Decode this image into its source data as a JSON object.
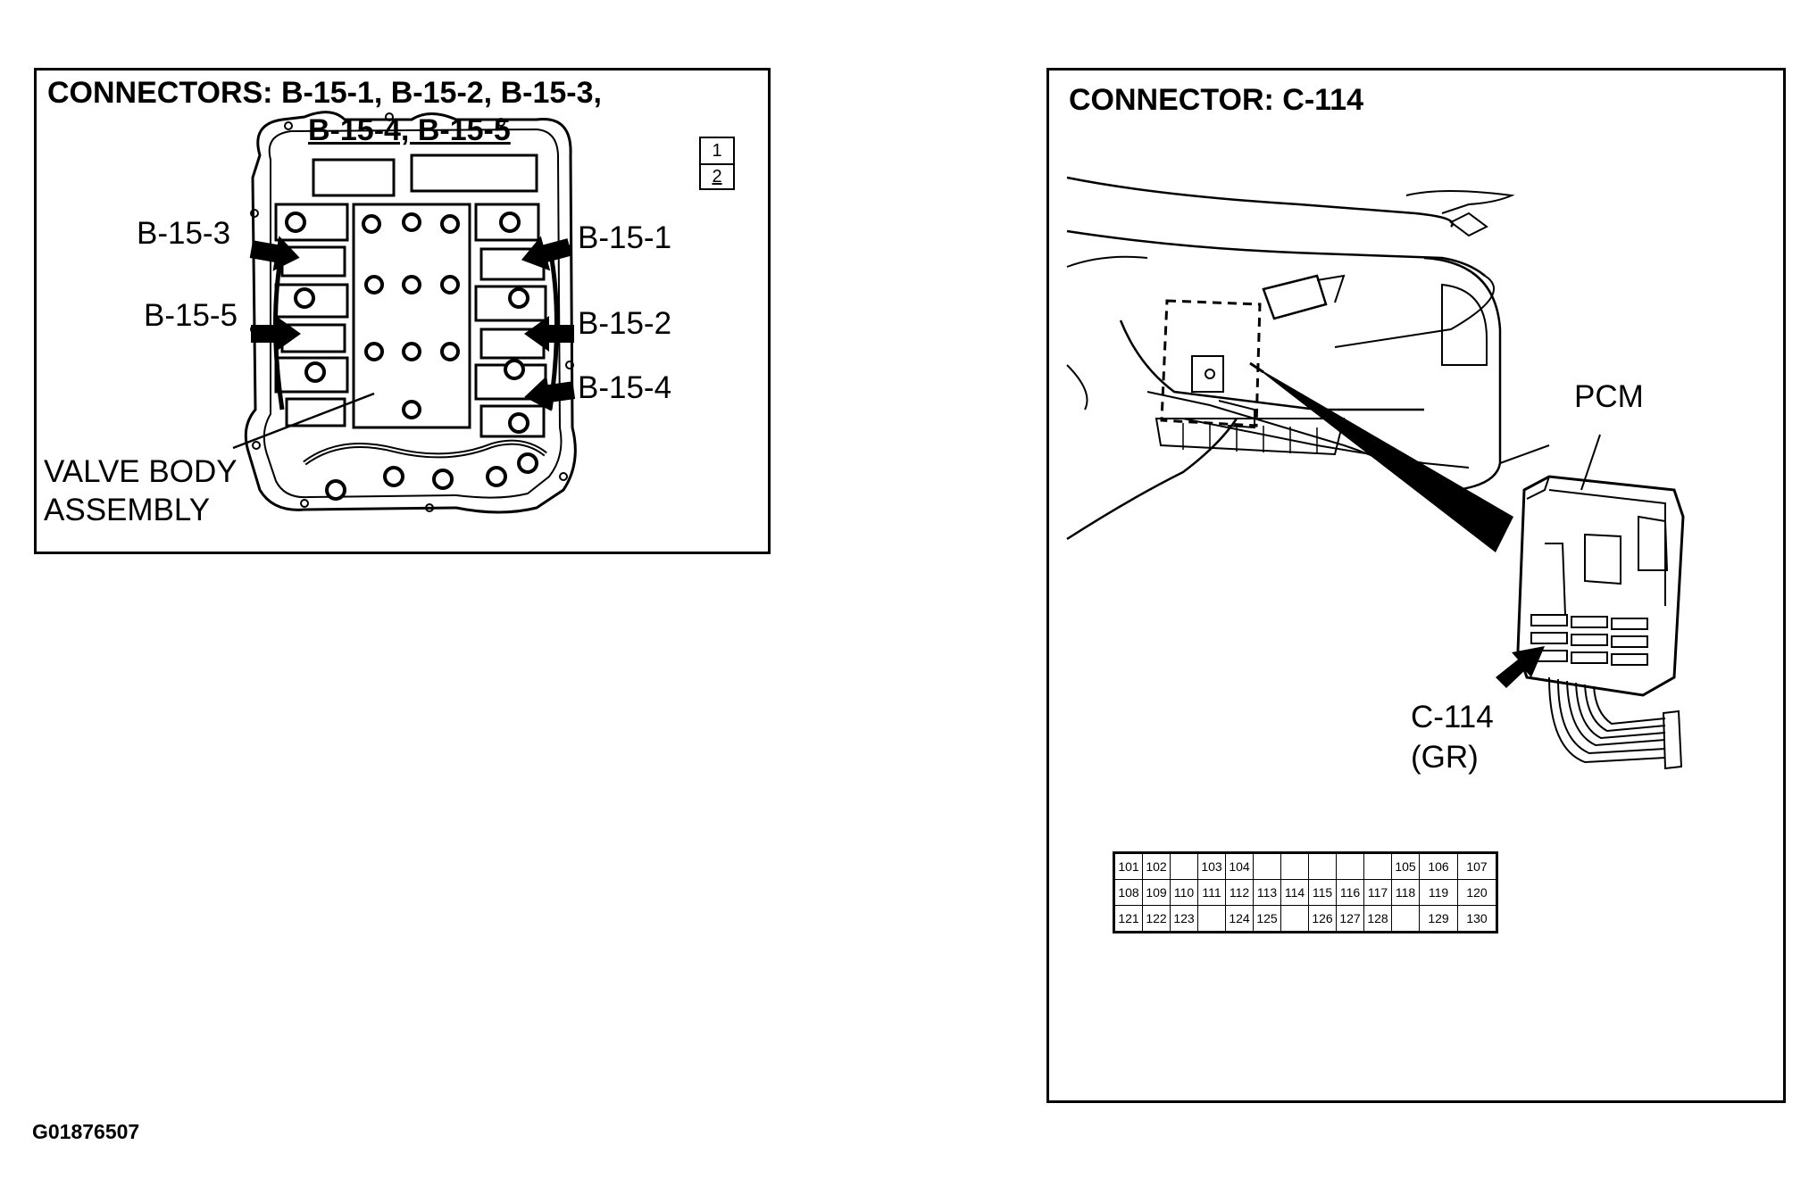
{
  "left_panel": {
    "title_line1": "CONNECTORS: B-15-1, B-15-2, B-15-3,",
    "title_line2": "B-15-4, B-15-5",
    "labels": {
      "b15_3": "B-15-3",
      "b15_5": "B-15-5",
      "b15_1": "B-15-1",
      "b15_2": "B-15-2",
      "b15_4": "B-15-4",
      "valve_body_1": "VALVE BODY",
      "valve_body_2": "ASSEMBLY"
    },
    "view_icon": {
      "top": "1",
      "bottom": "2"
    }
  },
  "right_panel": {
    "title": "CONNECTOR: C-114",
    "labels": {
      "pcm": "PCM",
      "c114": "C-114",
      "color": "(GR)"
    },
    "pin_table": {
      "rows": [
        [
          "101",
          "102",
          "",
          "103",
          "104",
          "",
          "",
          "",
          "",
          "",
          "105",
          "106",
          "107"
        ],
        [
          "108",
          "109",
          "110",
          "111",
          "112",
          "113",
          "114",
          "115",
          "116",
          "117",
          "118",
          "119",
          "120"
        ],
        [
          "121",
          "122",
          "123",
          "",
          "124",
          "125",
          "",
          "126",
          "127",
          "128",
          "",
          "129",
          "130"
        ]
      ]
    }
  },
  "footer": {
    "code": "G01876507"
  }
}
